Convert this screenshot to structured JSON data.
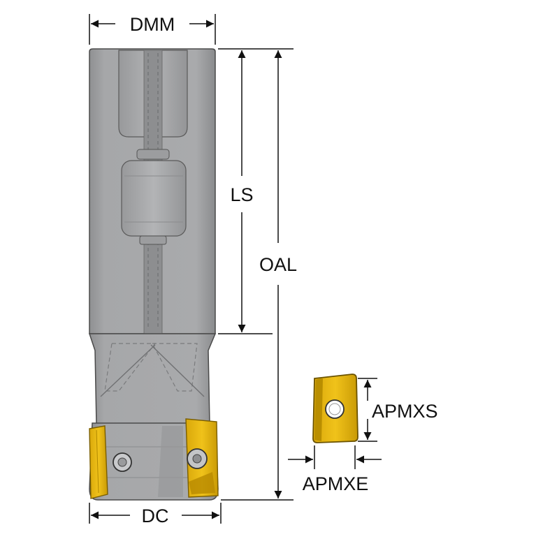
{
  "labels": {
    "dmm": "DMM",
    "ls": "LS",
    "oal": "OAL",
    "dc": "DC",
    "apmxs": "APMXS",
    "apmxe": "APMXE"
  },
  "colors": {
    "body": "#a5a6a8",
    "body_dark": "#8e8f91",
    "body_light": "#bdbec0",
    "outline": "#3a3a3a",
    "insert": "#e8b90f",
    "insert_dark": "#9a7600",
    "dimension": "#111111"
  }
}
